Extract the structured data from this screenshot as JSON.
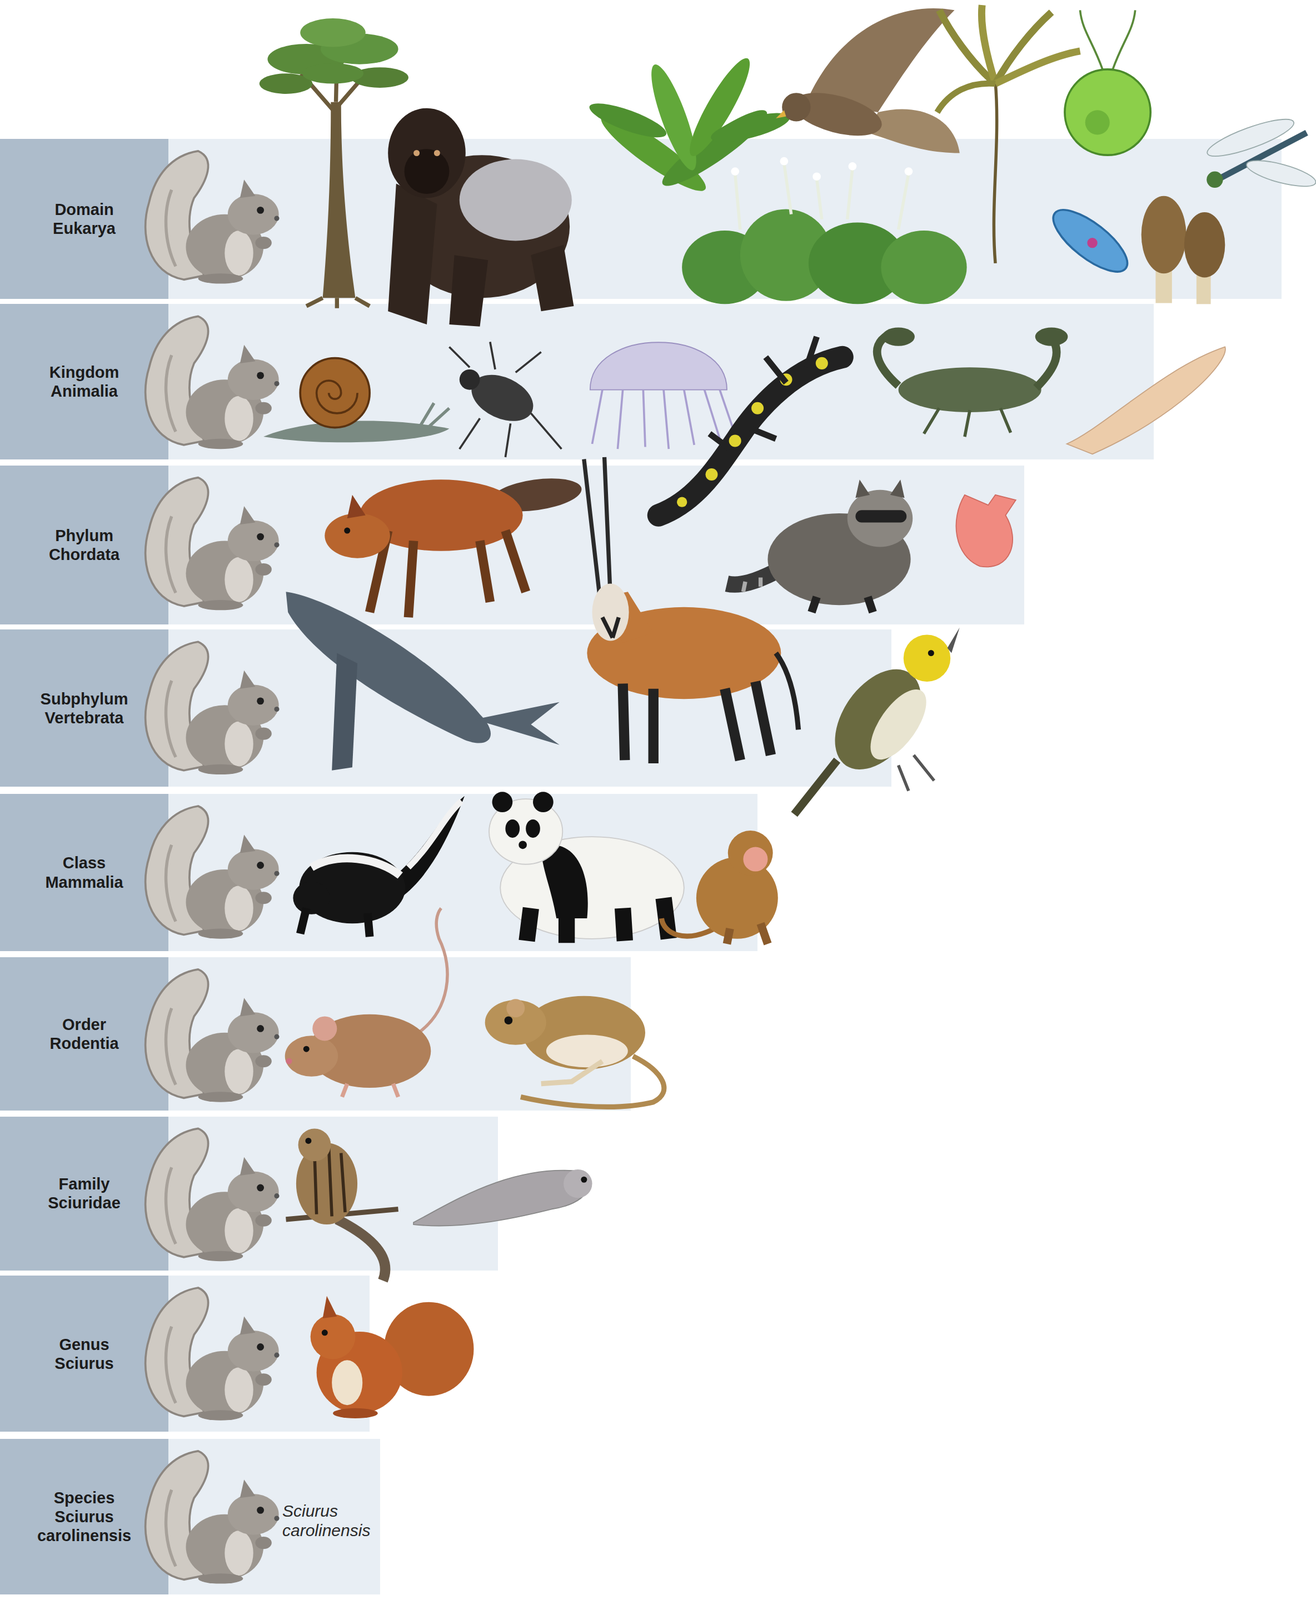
{
  "diagram": {
    "nodes": [
      {
        "text": [
          "Domain Eukarya"
        ]
      },
      {
        "text": [
          "Kingdom Animalia"
        ]
      },
      {
        "text": [
          "Phylum Chordata"
        ]
      },
      {
        "text": [
          "Subphylum Vertebrata"
        ]
      },
      {
        "text": [
          "Class Mammalia"
        ]
      },
      {
        "text": [
          "Order Rodentia"
        ]
      },
      {
        "text": [
          "Family Sciuridae"
        ]
      },
      {
        "text": [
          "Genus Sciurus"
        ]
      },
      {
        "text": [
          "Species Sciurus carolinensis",
          "Sciurus carolinensis"
        ]
      }
    ]
  }
}
